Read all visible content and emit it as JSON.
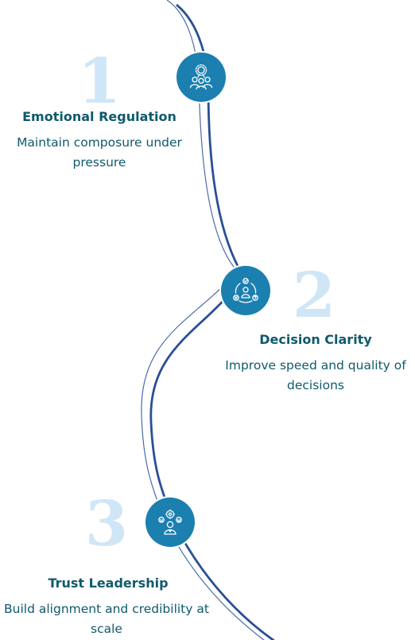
{
  "colors": {
    "accent": "#1b7fb0",
    "number": "#cfe6f7",
    "text": "#0f5a6c",
    "path": "#2a4f96"
  },
  "steps": [
    {
      "number": "1",
      "title": "Emotional Regulation",
      "description": "Maintain composure under pressure",
      "icon": "team-award-icon"
    },
    {
      "number": "2",
      "title": "Decision Clarity",
      "description": "Improve speed and quality of decisions",
      "icon": "decision-cycle-icon"
    },
    {
      "number": "3",
      "title": "Trust Leadership",
      "description": "Build alignment and credibility at scale",
      "icon": "leader-mindset-icon"
    }
  ]
}
